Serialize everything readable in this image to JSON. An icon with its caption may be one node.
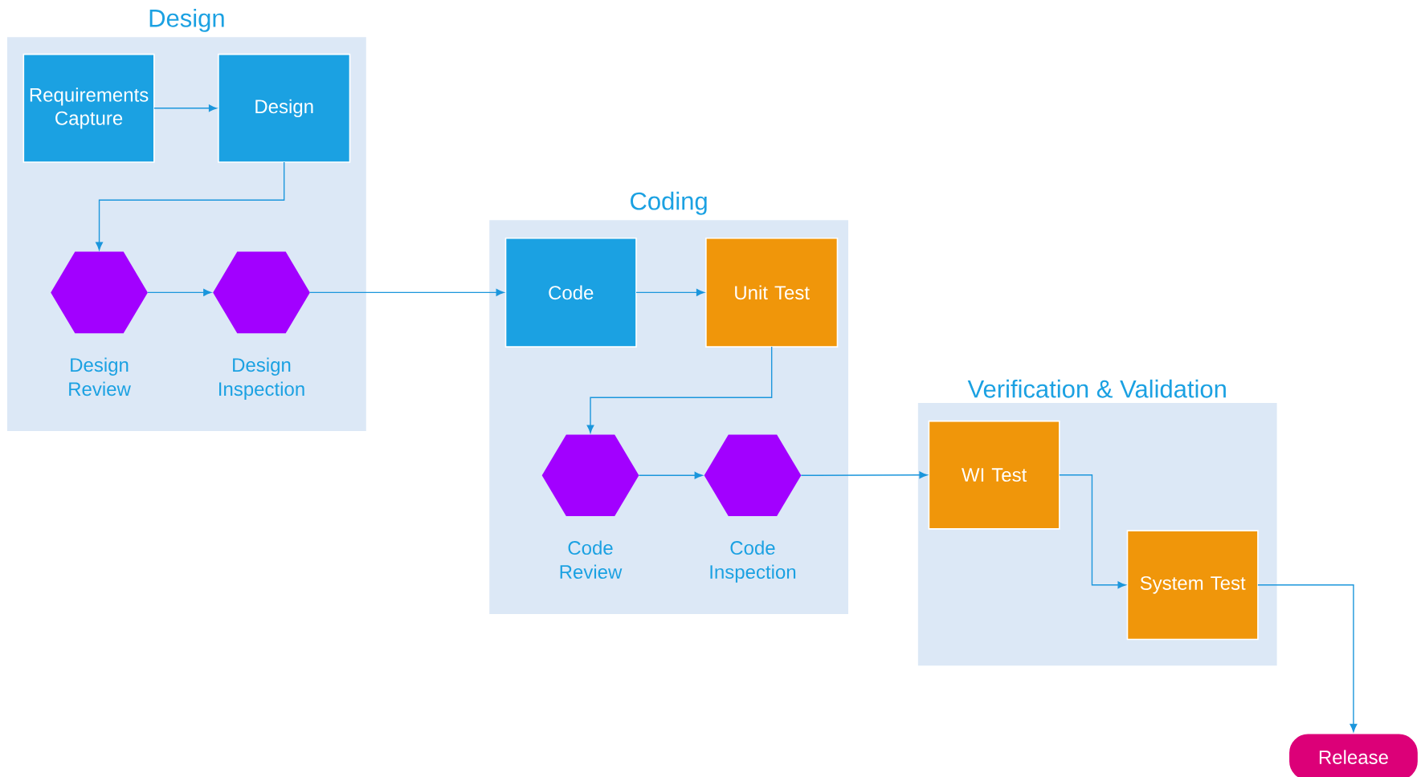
{
  "diagram": {
    "nodes": [
      {
        "text": [
          "Design"
        ]
      },
      {
        "text": [
          "Requirements Capture"
        ],
        "in": 0
      },
      {
        "text": [
          "Design"
        ],
        "in": 0
      },
      {
        "text": [],
        "shape": "hexagon",
        "in": 0,
        "beside": [
          "Design Review"
        ]
      },
      {
        "text": [],
        "shape": "hexagon",
        "in": 0,
        "beside": [
          "Design Inspection"
        ]
      },
      {
        "text": [
          "Coding"
        ]
      },
      {
        "text": [
          "Code"
        ],
        "in": 5
      },
      {
        "text": [
          "Unit Test"
        ],
        "in": 5
      },
      {
        "text": [],
        "shape": "hexagon",
        "in": 5,
        "beside": [
          "Code Review"
        ]
      },
      {
        "text": [],
        "shape": "hexagon",
        "in": 5,
        "beside": [
          "Code Inspection"
        ]
      },
      {
        "text": [
          "Verification & Validation"
        ]
      },
      {
        "text": [
          "WI Test"
        ],
        "in": 10
      },
      {
        "text": [
          "System Test"
        ],
        "in": 10
      },
      {
        "text": [
          "Release"
        ]
      }
    ],
    "edges": [
      {
        "from": 1,
        "to": 2,
        "arrow": "to"
      },
      {
        "from": 2,
        "to": 3,
        "arrow": "to"
      },
      {
        "from": 3,
        "to": 4,
        "arrow": "to"
      },
      {
        "from": 4,
        "to": 6,
        "arrow": "to"
      },
      {
        "from": 6,
        "to": 7,
        "arrow": "to"
      },
      {
        "from": 7,
        "to": 8,
        "arrow": "to"
      },
      {
        "from": 8,
        "to": 9,
        "arrow": "to"
      },
      {
        "from": 9,
        "to": 11,
        "arrow": "to"
      },
      {
        "from": 11,
        "to": 12,
        "arrow": "to"
      },
      {
        "from": 12,
        "to": 13,
        "arrow": "to"
      }
    ]
  }
}
